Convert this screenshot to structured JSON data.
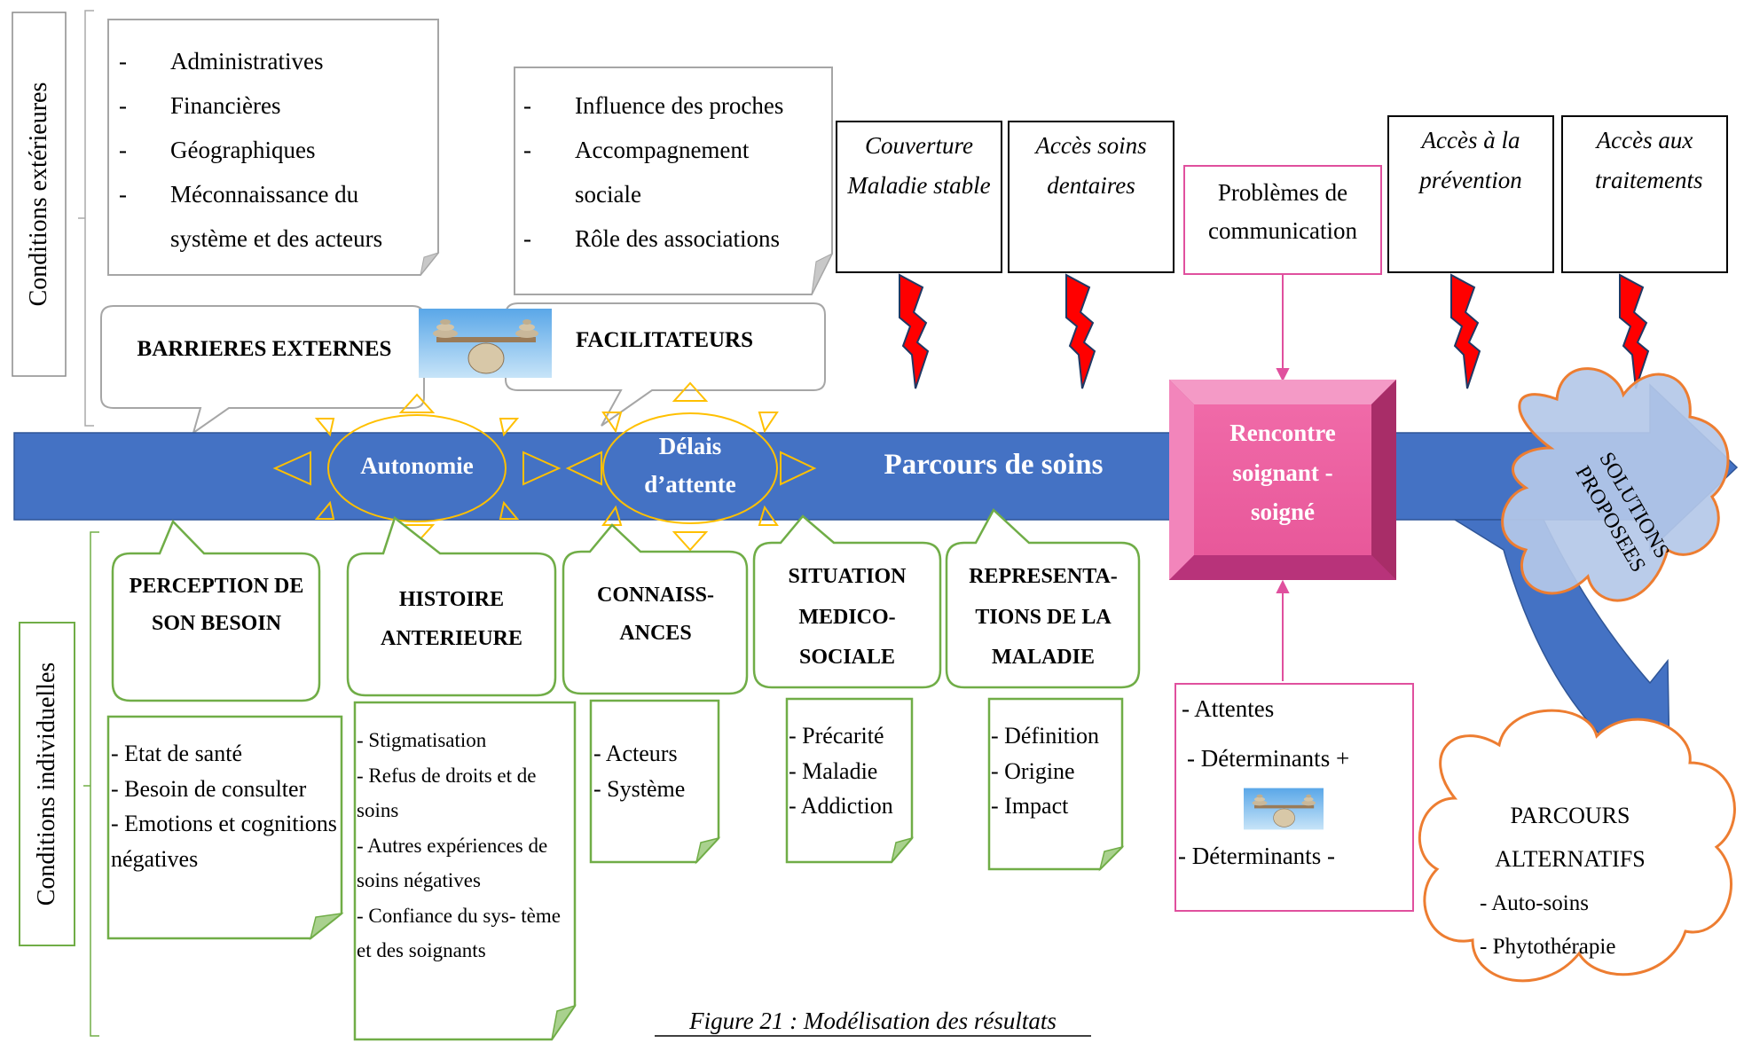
{
  "side_labels": {
    "external": "Conditions extérieures",
    "individual": "Conditions individuelles"
  },
  "barriers": {
    "items": [
      "Administratives",
      "Financières",
      "Géographiques",
      "Méconnaissance du système et des acteurs"
    ],
    "callout": "BARRIERES EXTERNES"
  },
  "facilitators": {
    "items": [
      "Influence des proches",
      "Accompagnement sociale",
      "Rôle des associations"
    ],
    "callout": "FACILITATEURS"
  },
  "top_boxes": [
    "Couverture Maladie stable",
    "Accès soins dentaires",
    "Problèmes de communication",
    "Accès à la prévention",
    "Accès aux traitements"
  ],
  "arrow": {
    "title": "Parcours de soins",
    "autonomy": "Autonomie",
    "delays": "Délais d’attente"
  },
  "meeting": "Rencontre soignant - soigné",
  "solutions": "SOLUTIONS PROPOSEES",
  "bubbles": [
    "PERCEPTION DE SON BESOIN",
    "HISTOIRE ANTERIEURE",
    "CONNAISS- ANCES",
    "SITUATION MEDICO- SOCIALE",
    "REPRESENTA- TIONS DE LA MALADIE"
  ],
  "notes": {
    "perception": [
      "- Etat de santé",
      "- Besoin de consulter",
      "- Emotions et cognitions négatives"
    ],
    "histoire": [
      "- Stigmatisation",
      "- Refus de droits et de soins",
      "- Autres expériences de soins négatives",
      "- Confiance du sys- tème et des soignants"
    ],
    "connaissances": [
      "- Acteurs",
      "- Système"
    ],
    "situation": [
      "- Précarité",
      "- Maladie",
      "- Addiction"
    ],
    "representations": [
      "- Définition",
      "- Origine",
      "- Impact"
    ]
  },
  "expectations": {
    "items": [
      "- Attentes",
      "- Déterminants +",
      "- Déterminants -"
    ]
  },
  "alternatives": {
    "title": "PARCOURS ALTERNATIFS",
    "items": [
      "- Auto-soins",
      "- Phytothérapie"
    ]
  },
  "caption": "Figure 21 : Modélisation des résultats",
  "colors": {
    "arrow_blue": "#4472C4",
    "green": "#70AD47",
    "gold": "#FFC000",
    "pink": "#E0509E",
    "orange": "#ED7D31",
    "red": "#FF0000"
  },
  "icons": [
    "balance-stones-icon",
    "lightning-icon"
  ]
}
